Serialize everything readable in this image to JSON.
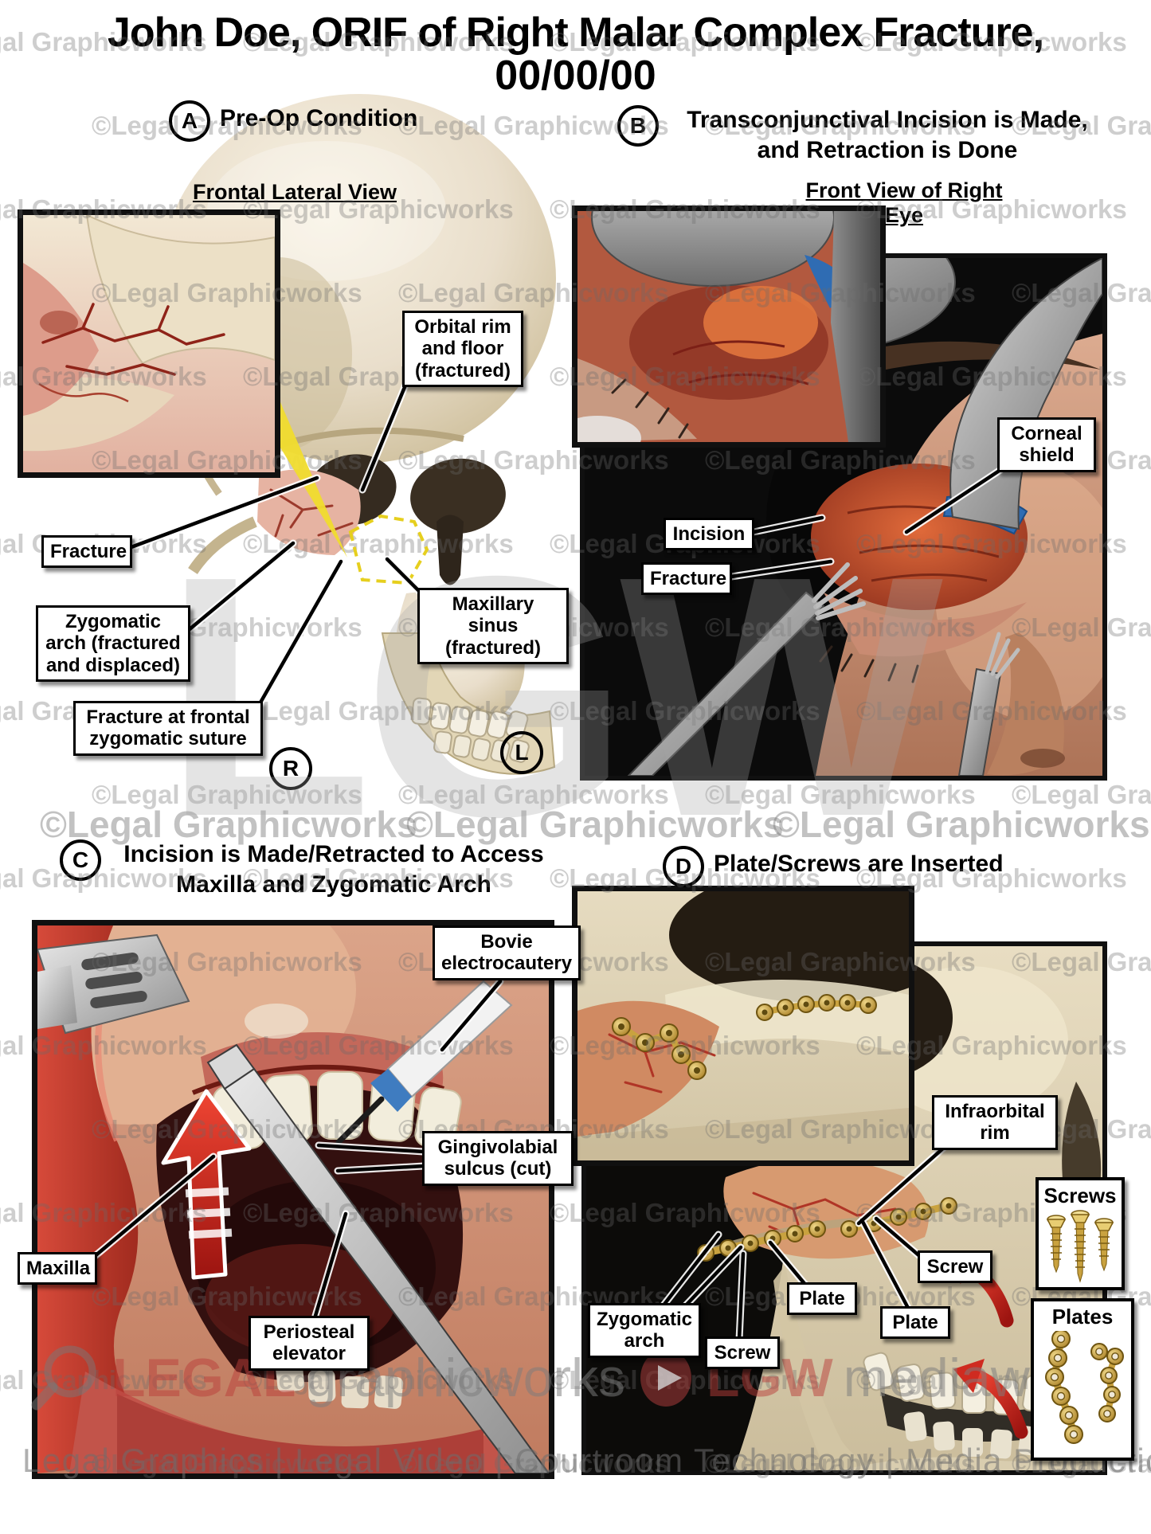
{
  "title": {
    "line1": "John Doe, ORIF of Right Malar Complex Fracture,",
    "line2": "00/00/00"
  },
  "watermarks": {
    "tile": "©Legal Graphicworks",
    "big_letters": "LGW",
    "footer_legal": "LEGAL",
    "footer_graphicworks": "graphicworks",
    "footer_lgw": "LGW",
    "footer_mediaworks": "mediaworks",
    "bottom_bar": "Legal Graphics | Legal Video | Courtroom Technology | Media Production"
  },
  "panel_a": {
    "letter": "A",
    "heading": "Pre-Op Condition",
    "subtitle": "Frontal Lateral View",
    "labels": {
      "orbital_rim": "Orbital rim and floor (fractured)",
      "fracture": "Fracture",
      "zygomatic_arch": "Zygomatic arch (fractured and displaced)",
      "frontal_suture": "Fracture at frontal zygomatic suture",
      "maxillary_sinus": "Maxillary sinus (fractured)"
    },
    "orientation": {
      "right": "R",
      "left": "L"
    }
  },
  "panel_b": {
    "letter": "B",
    "heading_line1": "Transconjunctival Incision is Made,",
    "heading_line2": "and Retraction is Done",
    "subtitle": "Front View of Right Eye",
    "labels": {
      "corneal_shield": "Corneal shield",
      "incision": "Incision",
      "fracture": "Fracture"
    }
  },
  "panel_c": {
    "letter": "C",
    "heading_line1": "Incision is Made/Retracted to Access",
    "heading_line2": "Maxilla and Zygomatic Arch",
    "labels": {
      "bovie": "Bovie electrocautery",
      "gingivolabial_sulcus": "Gingivolabial sulcus (cut)",
      "maxilla": "Maxilla",
      "periosteal_elevator": "Periosteal elevator"
    }
  },
  "panel_d": {
    "letter": "D",
    "heading": "Plate/Screws are Inserted",
    "labels": {
      "infraorbital_rim": "Infraorbital rim",
      "screws_box_title": "Screws",
      "plates_box_title": "Plates",
      "screw_upper": "Screw",
      "plate_upper": "Plate",
      "plate_lower": "Plate",
      "screw_lower": "Screw",
      "zygomatic_arch": "Zygomatic arch"
    }
  }
}
